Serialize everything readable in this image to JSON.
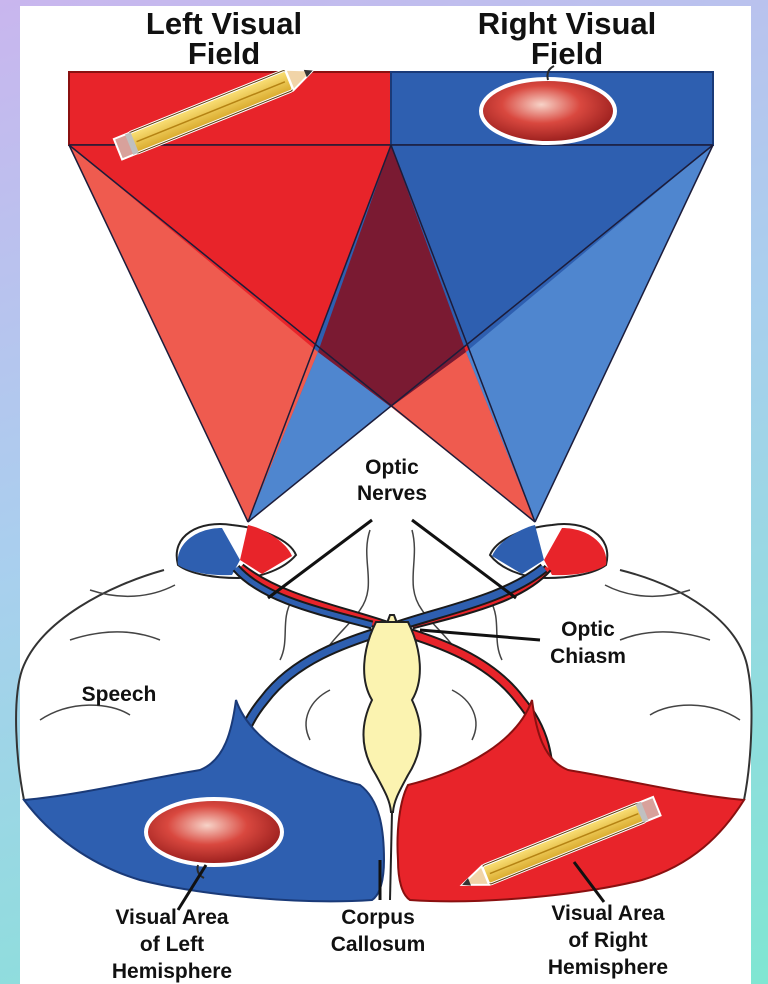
{
  "labels": {
    "left_visual_field": [
      "Left Visual",
      "Field"
    ],
    "right_visual_field": [
      "Right Visual",
      "Field"
    ],
    "optic_nerves": [
      "Optic",
      "Nerves"
    ],
    "optic_chiasm": [
      "Optic",
      "Chiasm"
    ],
    "speech": "Speech",
    "visual_area_left": [
      "Visual Area",
      "of Left",
      "Hemisphere"
    ],
    "corpus_callosum": [
      "Corpus",
      "Callosum"
    ],
    "visual_area_right": [
      "Visual Area",
      "of Right",
      "Hemisphere"
    ]
  },
  "colors": {
    "left_field_red": "#e8242a",
    "right_field_blue": "#2e5fb0",
    "light_red": "#ef5b4f",
    "light_blue": "#4f86cf",
    "overlap": "#7a1a32",
    "corpus_callosum": "#fbf3b0",
    "frame_gradient": [
      "#c9b6ee",
      "#7fe6d2"
    ]
  },
  "objects": {
    "left_field_object": "pencil-icon",
    "right_field_object": "apple-icon",
    "left_hemisphere_object": "apple-icon",
    "right_hemisphere_object": "pencil-icon"
  }
}
